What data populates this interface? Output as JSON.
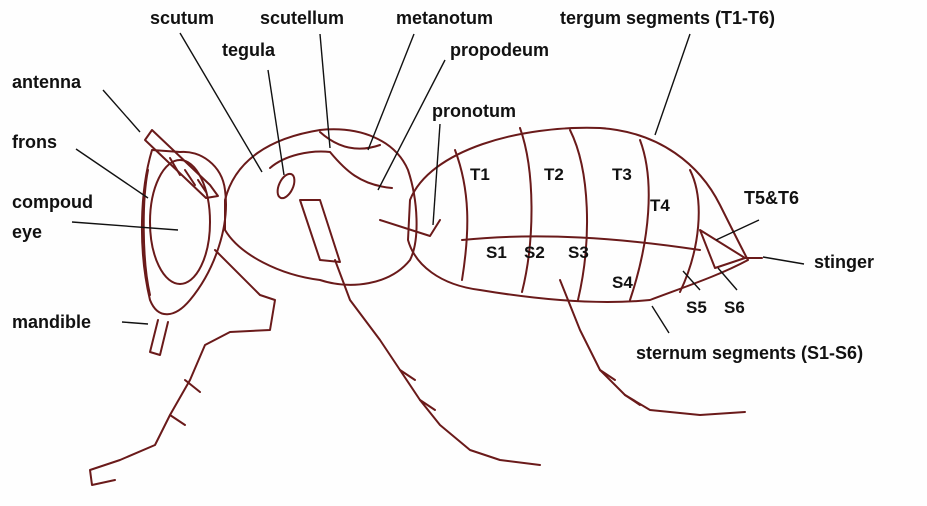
{
  "labels": {
    "scutum": "scutum",
    "scutellum": "scutellum",
    "metanotum": "metanotum",
    "tergum": "tergum segments (T1-T6)",
    "tegula": "tegula",
    "propodeum": "propodeum",
    "antenna": "antenna",
    "pronotum": "pronotum",
    "frons": "frons",
    "compound_eye_1": "compoud",
    "compound_eye_2": "eye",
    "t5t6": "T5&T6",
    "stinger": "stinger",
    "mandible": "mandible",
    "sternum": "sternum segments (S1-S6)"
  },
  "segments": {
    "t1": "T1",
    "t2": "T2",
    "t3": "T3",
    "t4": "T4",
    "s1": "S1",
    "s2": "S2",
    "s3": "S3",
    "s4": "S4",
    "s5": "S5",
    "s6": "S6"
  },
  "colors": {
    "outline": "#6a1a1a",
    "text": "#111111",
    "background": "#fefefe"
  }
}
